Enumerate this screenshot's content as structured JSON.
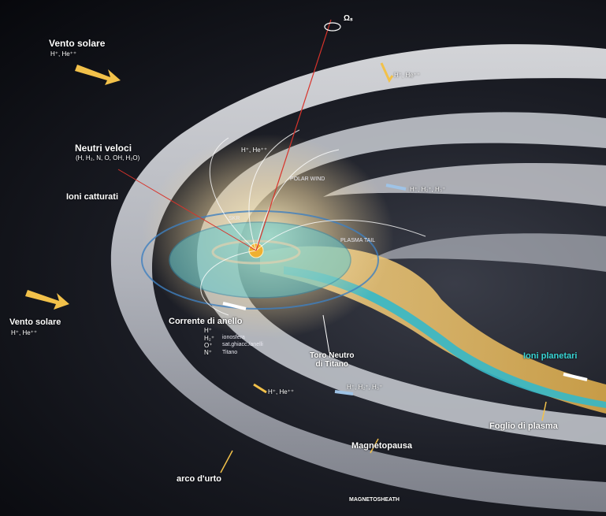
{
  "labels": {
    "solar_wind_top": "Vento solare",
    "solar_wind_top_ions": "H⁺, He⁺⁺",
    "fast_neutrals": "Neutri veloci",
    "fast_neutrals_species": "(H, H₂, N, O, OH, H₂O)",
    "captured_ions": "Ioni catturati",
    "solar_wind_left": "Vento solare",
    "solar_wind_left_ions": "H⁺, He⁺⁺",
    "ring_current": "Corrente di anello",
    "ring_ion_1": "H⁺",
    "ring_ion_1_src": "ionosfera",
    "ring_ion_2": "H₂⁺",
    "ring_ion_2_src": "sat.ghiacc./anelli",
    "ring_ion_3": "O⁺",
    "ring_ion_4": "N⁺",
    "ring_ion_4_src": "Titano",
    "titan_torus": "Toro Neutro\ndi Titano",
    "planetary_ions": "Ioni planetari",
    "plasma_sheet": "Foglio di plasma",
    "magnetopause": "Magnetopausa",
    "bow_shock": "arco d'urto",
    "magnetosheath": "MAGNETOSHEATH",
    "polar_wind": "POLAR WIND",
    "plasma_tail": "PLASMA TAIL",
    "omega": "Ωₛ",
    "ions_top": "H⁺, He⁺⁺",
    "ions_cusp": "H⁺, He⁺⁺",
    "ions_lobe": "H⁺, H₂⁺, H₃⁺",
    "ions_mid": "H⁺, H₂⁺, H₃⁺",
    "ions_bottom": "H⁺, He⁺⁺",
    "skr": "SKR"
  },
  "colors": {
    "label": "#ffffff",
    "planetary_ions": "#39d6d6",
    "arrow_yellow": "#f2c14a",
    "arrow_blue": "#9fc3e6",
    "axis_red": "#d8332b"
  }
}
